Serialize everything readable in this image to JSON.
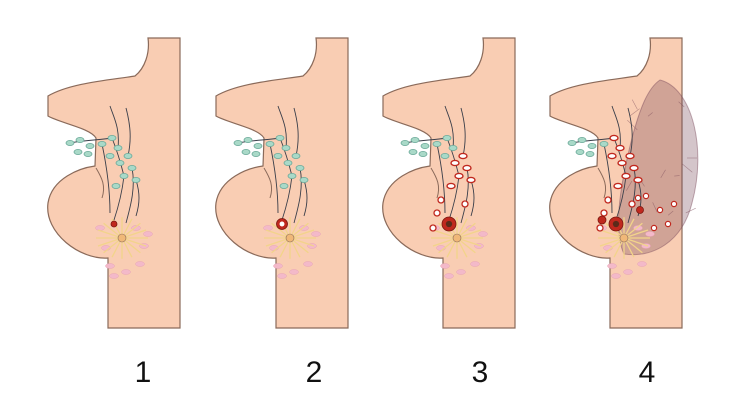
{
  "colors": {
    "skin": "#f9cdb3",
    "outline": "#8a6a5a",
    "gland": "#f3b9c9",
    "duct": "#f2d48a",
    "node": "#a9d9c8",
    "vessel": "#3b3f4a",
    "tumor": "#c0281e",
    "tumor_core": "#5a2a1a",
    "metastasis": "#c0281e",
    "spread": "#7a4a5a"
  },
  "panels": [
    {
      "number": "1",
      "tumor_size": 1,
      "node_involvement": 0,
      "skin_spread": false
    },
    {
      "number": "2",
      "tumor_size": 2,
      "node_involvement": 0,
      "skin_spread": false
    },
    {
      "number": "3",
      "tumor_size": 3,
      "node_involvement": 1,
      "skin_spread": false
    },
    {
      "number": "4",
      "tumor_size": 3,
      "node_involvement": 2,
      "skin_spread": true
    }
  ]
}
